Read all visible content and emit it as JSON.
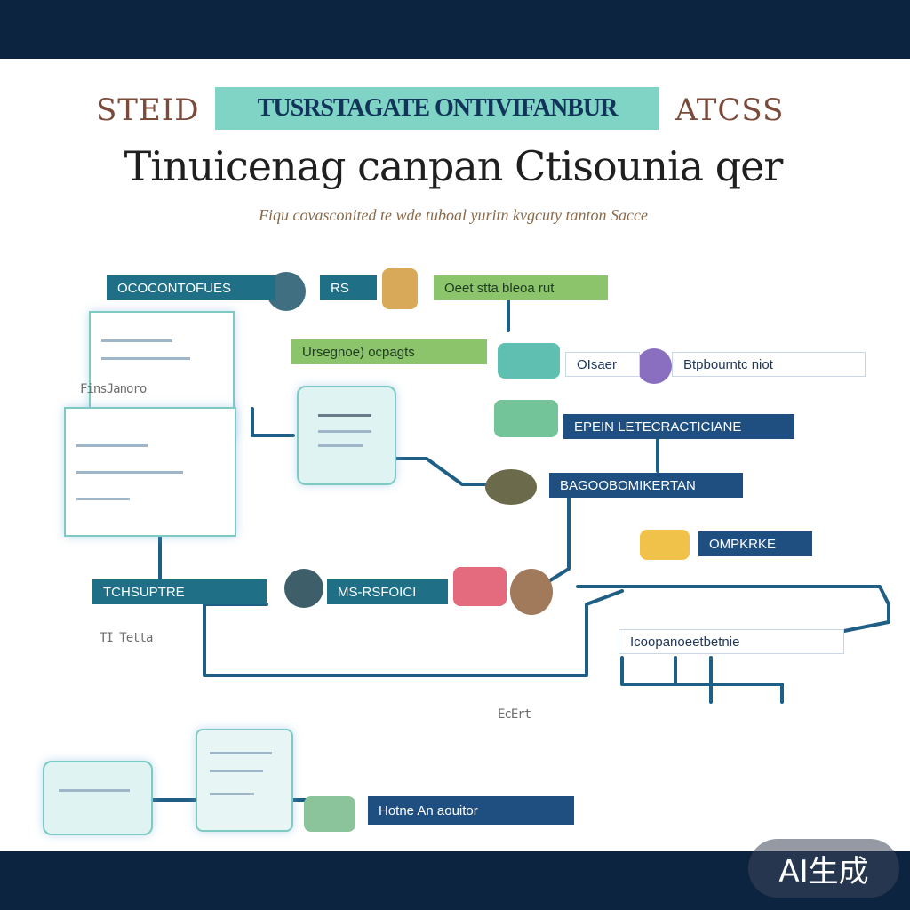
{
  "header": {
    "left_tag": "STEID",
    "center_banner": "TUSRSTAGATE ONTIVIFANBUR",
    "right_tag": "ATCSS"
  },
  "title": "Tinuicenag canpan Ctisounia qer",
  "subtitle": "Fiqu covasconited te wde tuboal yuritn kvgcuty tanton Sacce",
  "nodes": {
    "l1": "OCOCONTOFUES",
    "l2": "RS",
    "l3": "Oeet stta bleoa rut",
    "l4": "Ursegnoe) ocpagts",
    "l5": "OIsaer",
    "l6": "Btpbourntc niot",
    "l7": "EPEIN LETECRACTICIANE",
    "l8": "BAGOOBOMIKERTAN",
    "l9": "OMPKRKE",
    "l10": "TCHSUPTRE",
    "l11": "MS-RSFOICI",
    "l12": "Icoopanoeetbetnie",
    "l13": "Hotne An aouitor"
  },
  "scribbles": {
    "s1": "FinsJanoro",
    "s2": "TI Tetta",
    "s3": "EcErt"
  },
  "watermark": "AI生成",
  "colors": {
    "navy": "#0d2440",
    "teal": "#1f6f86",
    "green": "#8bc46a",
    "wire": "#1f5f86"
  }
}
